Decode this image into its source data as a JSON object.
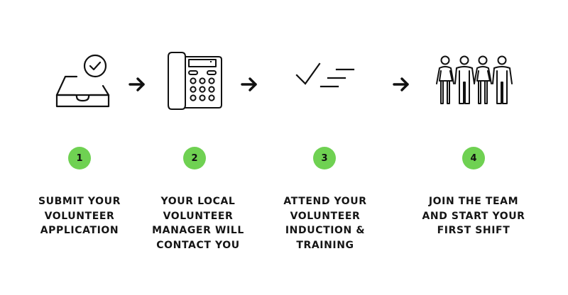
{
  "accent_color": "#6fd152",
  "steps": [
    {
      "number": "1",
      "icon": "inbox-tray-check-icon",
      "lines": [
        "SUBMIT YOUR",
        "VOLUNTEER",
        "APPLICATION"
      ]
    },
    {
      "number": "2",
      "icon": "desk-phone-icon",
      "lines": [
        "YOUR LOCAL",
        "VOLUNTEER",
        "MANAGER WILL",
        "CONTACT YOU"
      ]
    },
    {
      "number": "3",
      "icon": "checklist-icon",
      "lines": [
        "ATTEND YOUR",
        "VOLUNTEER",
        "INDUCTION &",
        "TRAINING"
      ]
    },
    {
      "number": "4",
      "icon": "team-people-icon",
      "lines": [
        "JOIN THE TEAM",
        "AND START YOUR",
        "FIRST SHIFT"
      ]
    }
  ],
  "arrows": [
    "right-arrow-icon",
    "right-arrow-icon",
    "right-arrow-icon"
  ]
}
